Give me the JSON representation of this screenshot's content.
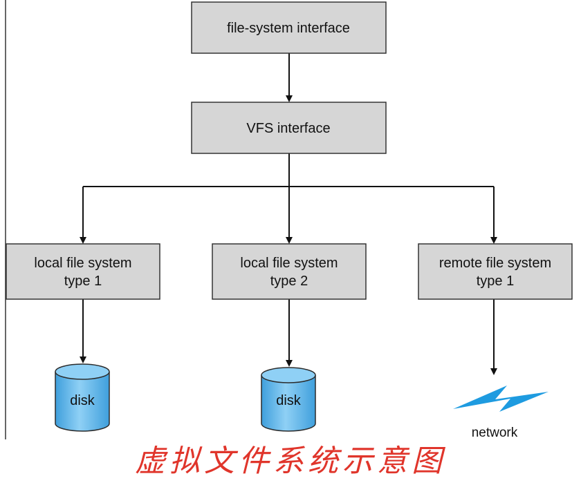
{
  "diagram": {
    "nodes": {
      "fs_interface": {
        "label": "file-system interface"
      },
      "vfs_interface": {
        "label": "VFS interface"
      },
      "local_fs_1": {
        "line1": "local file system",
        "line2": "type 1"
      },
      "local_fs_2": {
        "line1": "local file system",
        "line2": "type 2"
      },
      "remote_fs_1": {
        "line1": "remote file system",
        "line2": "type 1"
      },
      "disk_1": {
        "label": "disk"
      },
      "disk_2": {
        "label": "disk"
      },
      "network": {
        "label": "network"
      }
    },
    "edges": [
      {
        "from": "fs_interface",
        "to": "vfs_interface"
      },
      {
        "from": "vfs_interface",
        "to": "local_fs_1"
      },
      {
        "from": "vfs_interface",
        "to": "local_fs_2"
      },
      {
        "from": "vfs_interface",
        "to": "remote_fs_1"
      },
      {
        "from": "local_fs_1",
        "to": "disk_1"
      },
      {
        "from": "local_fs_2",
        "to": "disk_2"
      },
      {
        "from": "remote_fs_1",
        "to": "network"
      }
    ],
    "caption": "虚拟文件系统示意图",
    "colors": {
      "box_fill": "#d6d6d6",
      "box_stroke": "#333333",
      "line": "#111111",
      "disk_fill": "#59b3e8",
      "network_bolt": "#1e9be0",
      "caption": "#e0352b"
    }
  }
}
